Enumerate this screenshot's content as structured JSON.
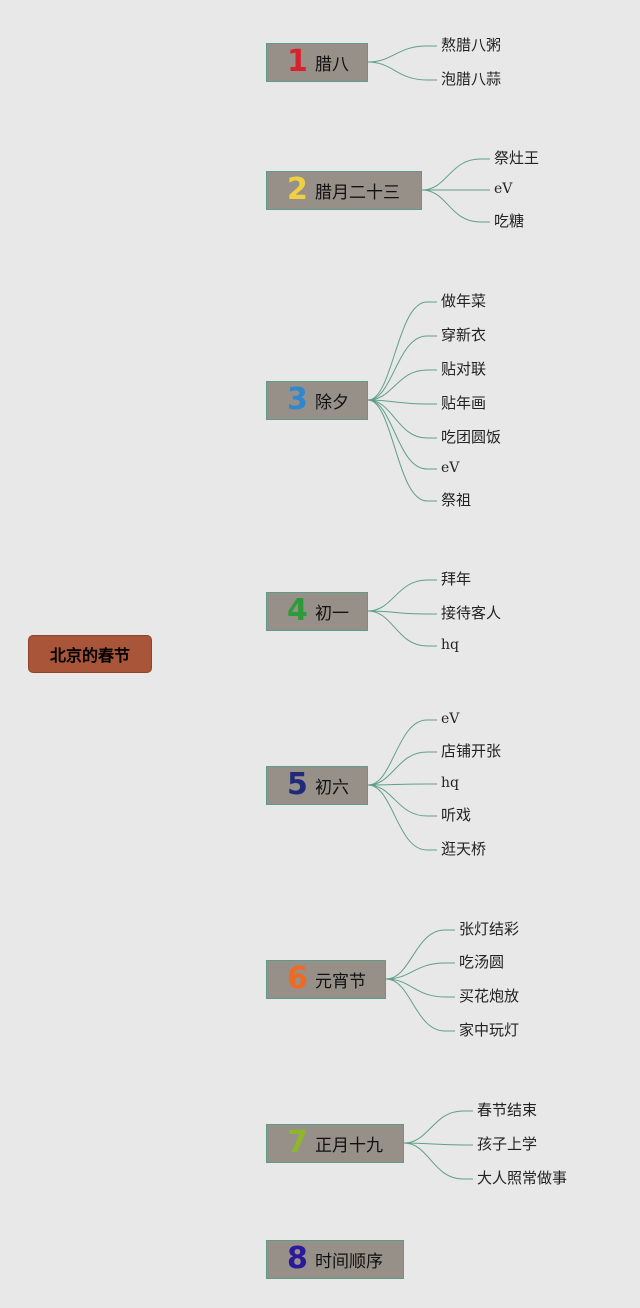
{
  "title": "北京的春节",
  "branches": [
    {
      "num": "1",
      "label": "腊八",
      "color": "#d8222e",
      "items": [
        "熬腊八粥",
        "泡腊八蒜"
      ]
    },
    {
      "num": "2",
      "label": "腊月二十三",
      "color": "#f0d043",
      "items": [
        "祭灶王",
        "eV",
        "吃糖"
      ]
    },
    {
      "num": "3",
      "label": "除夕",
      "color": "#2f87d0",
      "items": [
        "做年菜",
        "穿新衣",
        "贴对联",
        "贴年画",
        "吃团圆饭",
        "eV",
        "祭祖"
      ]
    },
    {
      "num": "4",
      "label": "初一",
      "color": "#2f9a39",
      "items": [
        "拜年",
        "接待客人",
        "hq"
      ]
    },
    {
      "num": "5",
      "label": "初六",
      "color": "#1f2a7a",
      "items": [
        "eV",
        "店铺开张",
        "hq",
        "听戏",
        "逛天桥"
      ]
    },
    {
      "num": "6",
      "label": "元宵节",
      "color": "#ef6a20",
      "items": [
        "张灯结彩",
        "吃汤圆",
        "买花炮放",
        "家中玩灯"
      ]
    },
    {
      "num": "7",
      "label": "正月十九",
      "color": "#8fb52a",
      "items": [
        "春节结束",
        "孩子上学",
        "大人照常做事"
      ]
    },
    {
      "num": "8",
      "label": "时间顺序",
      "color": "#2a1a9a",
      "items": []
    }
  ]
}
